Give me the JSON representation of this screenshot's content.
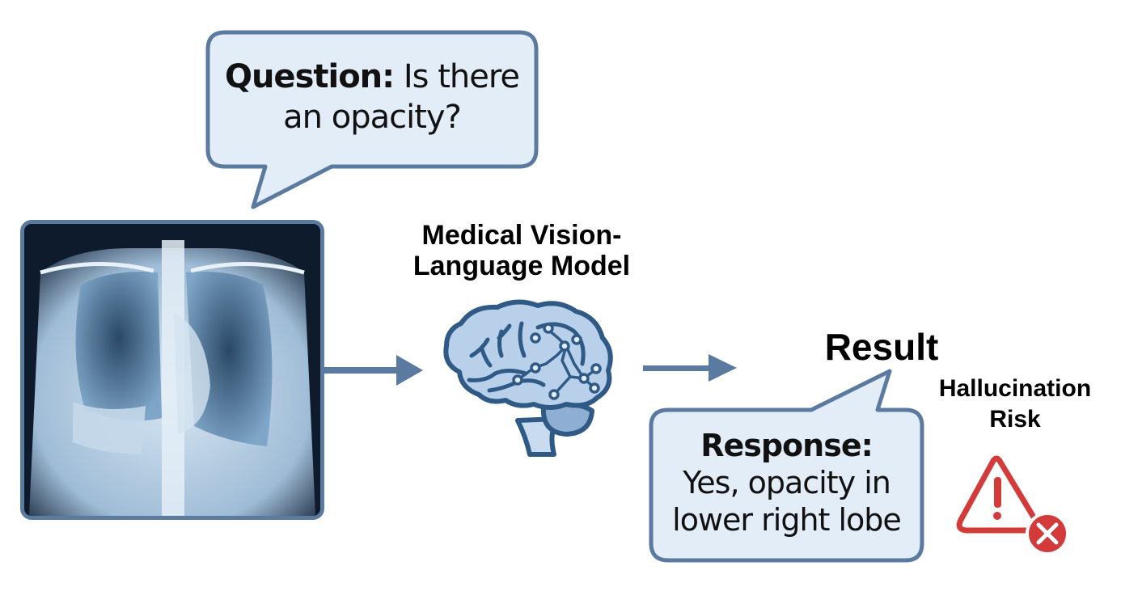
{
  "question_bubble": {
    "prefix": "Question:",
    "text": " Is there an opacity?"
  },
  "model": {
    "label_line1": "Medical Vision-",
    "label_line2": "Language Model",
    "icon": "brain-circuit-icon"
  },
  "result": {
    "title": "Result",
    "response_prefix": "Response:",
    "response_line1": "Yes, opacity in",
    "response_line2": "lower right lobe"
  },
  "risk": {
    "label_line1": "Hallucination",
    "label_line2": "Risk",
    "icon": "warning-error-icon"
  },
  "input_image": {
    "description": "Chest X-ray",
    "icon": "chest-xray-image"
  },
  "colors": {
    "bubble_fill": "#e3edf8",
    "bubble_stroke": "#5b7aa0",
    "arrow": "#5b7aa0",
    "brain_fill": "#b8d0ea",
    "brain_stroke": "#2f5a86",
    "warning": "#d33b3b"
  }
}
